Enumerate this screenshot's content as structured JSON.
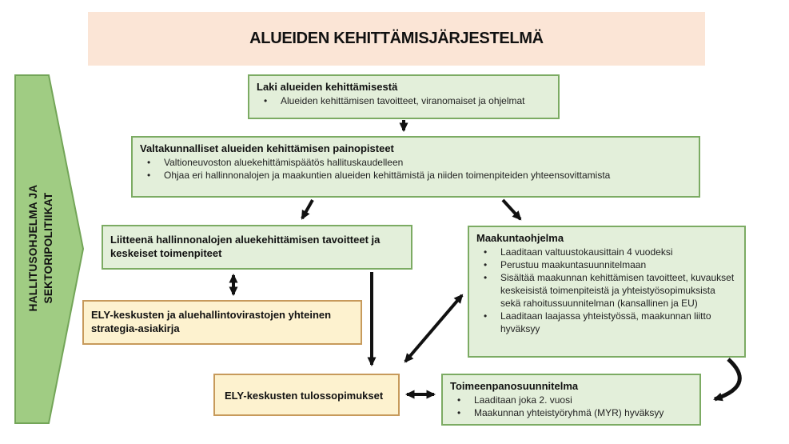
{
  "title": "ALUEIDEN KEHITTÄMISJÄRJESTELMÄ",
  "side_arrow": {
    "line1": "HALLITUSOHJELMA JA",
    "line2": "SEKTORIPOLITIIKAT"
  },
  "boxes": {
    "laki": {
      "title": "Laki alueiden kehittämisestä",
      "bullets": [
        "Alueiden kehittämisen tavoitteet, viranomaiset ja ohjelmat"
      ]
    },
    "valtakunnalliset": {
      "title": "Valtakunnalliset alueiden kehittämisen painopisteet",
      "bullets": [
        "Valtioneuvoston aluekehittämispäätös hallituskaudelleen",
        "Ohjaa eri hallinnonalojen ja maakuntien alueiden kehittämistä ja niiden toimenpiteiden yhteensovittamista"
      ]
    },
    "liitteena": {
      "title": "Liitteenä hallinnonalojen aluekehittämisen tavoitteet ja keskeiset toimenpiteet"
    },
    "ely_strategia": {
      "title": "ELY-keskusten ja aluehallintovirastojen yhteinen strategia-asiakirja"
    },
    "maakuntaohjelma": {
      "title": "Maakuntaohjelma",
      "bullets": [
        "Laaditaan valtuustokausittain 4 vuodeksi",
        "Perustuu maakuntasuunnitelmaan",
        "Sisältää maakunnan kehittämisen tavoitteet, kuvaukset keskeisistä toimenpiteistä ja yhteistyösopimuksista sekä rahoitussuunnitelman (kansallinen ja EU)",
        "Laaditaan laajassa yhteistyössä, maakunnan liitto hyväksyy"
      ]
    },
    "tulossopimukset": {
      "title": "ELY-keskusten tulossopimukset"
    },
    "toimeenpanosuunnitelma": {
      "title": "Toimeenpanosuunnitelma",
      "bullets": [
        "Laaditaan joka 2. vuosi",
        "Maakunnan yhteistyöryhmä (MYR) hyväksyy"
      ]
    }
  },
  "connections": [
    {
      "from": "laki",
      "to": "valtakunnalliset",
      "type": "arrow"
    },
    {
      "from": "valtakunnalliset",
      "to": "liitteena",
      "type": "arrow"
    },
    {
      "from": "valtakunnalliset",
      "to": "maakuntaohjelma",
      "type": "arrow"
    },
    {
      "from": "liitteena",
      "to": "ely_strategia",
      "type": "double-arrow"
    },
    {
      "from": "liitteena",
      "to": "tulossopimukset",
      "type": "arrow"
    },
    {
      "from": "maakuntaohjelma",
      "to": "tulossopimukset",
      "type": "double-arrow"
    },
    {
      "from": "tulossopimukset",
      "to": "toimeenpanosuunnitelma",
      "type": "double-arrow"
    },
    {
      "from": "maakuntaohjelma",
      "to": "toimeenpanosuunnitelma",
      "type": "curved-arrow"
    }
  ],
  "colors": {
    "banner_bg": "#fbe5d6",
    "green_fill": "#e3efda",
    "green_border": "#7cab63",
    "side_arrow_fill": "#a0cc83",
    "side_arrow_border": "#73a558",
    "yellow_fill": "#fdf2cf",
    "yellow_border": "#c79a5b",
    "arrow_color": "#111111"
  }
}
